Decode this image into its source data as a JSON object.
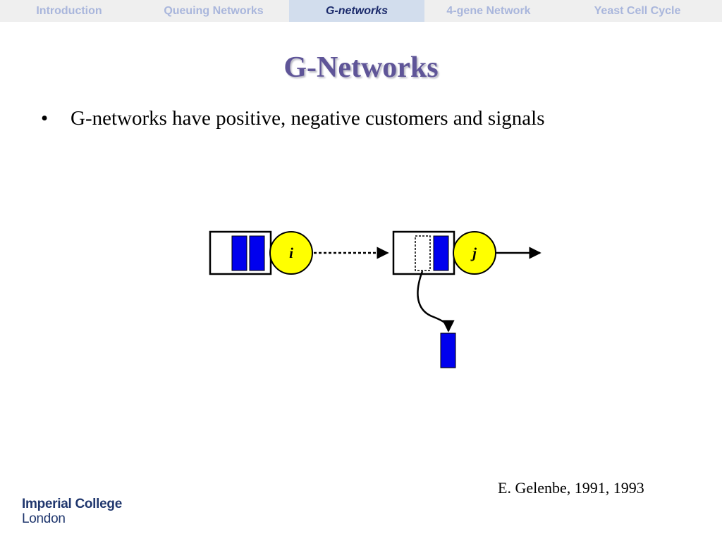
{
  "nav": {
    "items": [
      {
        "label": "Introduction",
        "active": false
      },
      {
        "label": "Queuing Networks",
        "active": false
      },
      {
        "label": "G-networks",
        "active": true
      },
      {
        "label": "4-gene Network",
        "active": false
      },
      {
        "label": "Yeast Cell Cycle",
        "active": false
      }
    ],
    "colors": {
      "inactive": "#a9b6dc",
      "active": "#1b2a6b",
      "active_bg": "#d2dded"
    }
  },
  "slide": {
    "title": "G-Networks",
    "bullets": [
      "G-networks have positive, negative customers and signals"
    ],
    "bullet_symbol": "•",
    "citation": "E. Gelenbe, 1991, 1993"
  },
  "diagram": {
    "node_i_label": "i",
    "node_j_label": "j",
    "colors": {
      "customer": "#0000ee",
      "server": "#ffff00"
    }
  },
  "logo": {
    "line1": "Imperial College",
    "line2": "London"
  }
}
